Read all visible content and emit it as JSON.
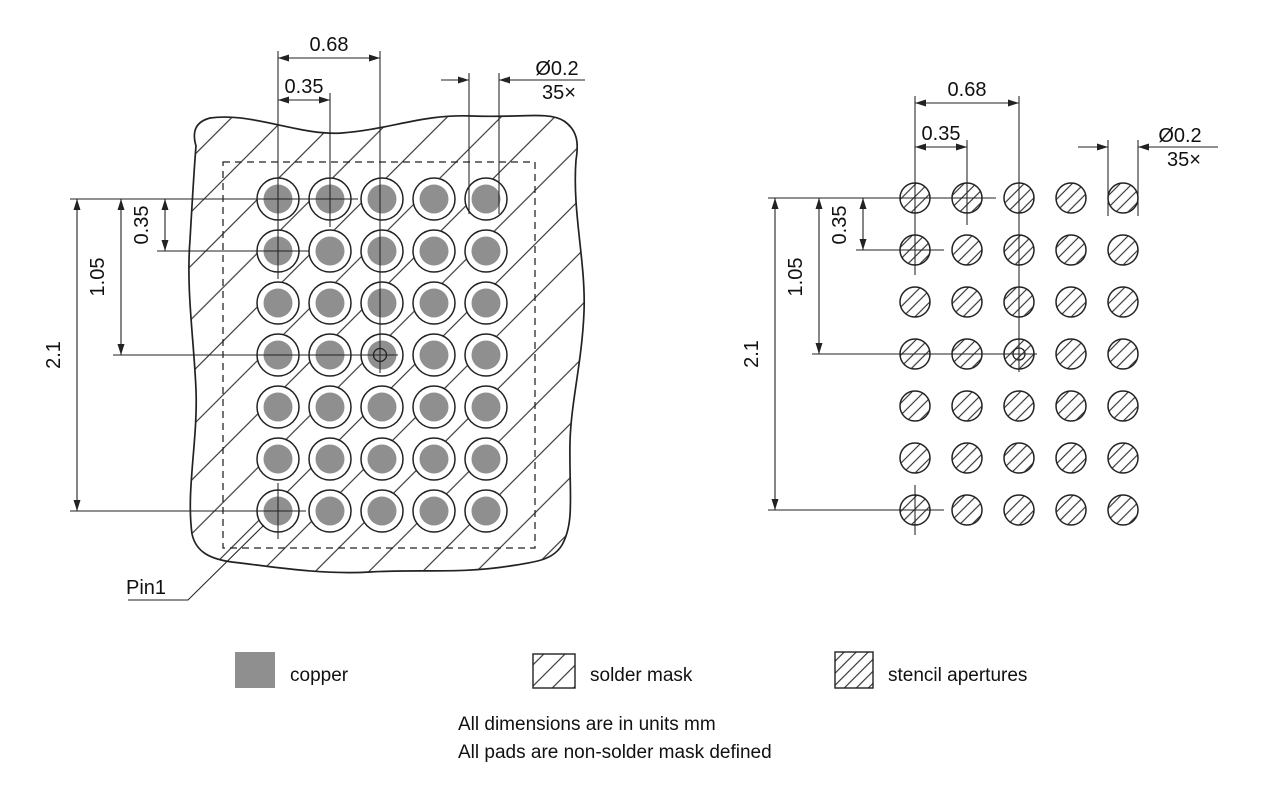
{
  "dims": {
    "pad_span_x": "0.68",
    "pad_pitch_x": "0.35",
    "pad_pitch_y": "0.35",
    "row_span_half": "1.05",
    "row_span": "2.1",
    "pad_diameter": "Ø0.2",
    "pad_count": "35×"
  },
  "pin1_label": "Pin1",
  "legend": {
    "copper": "copper",
    "solder_mask": "solder mask",
    "stencil": "stencil apertures"
  },
  "notes": {
    "line1": "All dimensions are in units mm",
    "line2": "All pads are non-solder mask defined"
  },
  "grid": {
    "columns": 5,
    "rows": 7,
    "total_pads": 35
  },
  "colors": {
    "copper": "#8f8f8f",
    "line": "#222222",
    "hatch": "#333333"
  }
}
